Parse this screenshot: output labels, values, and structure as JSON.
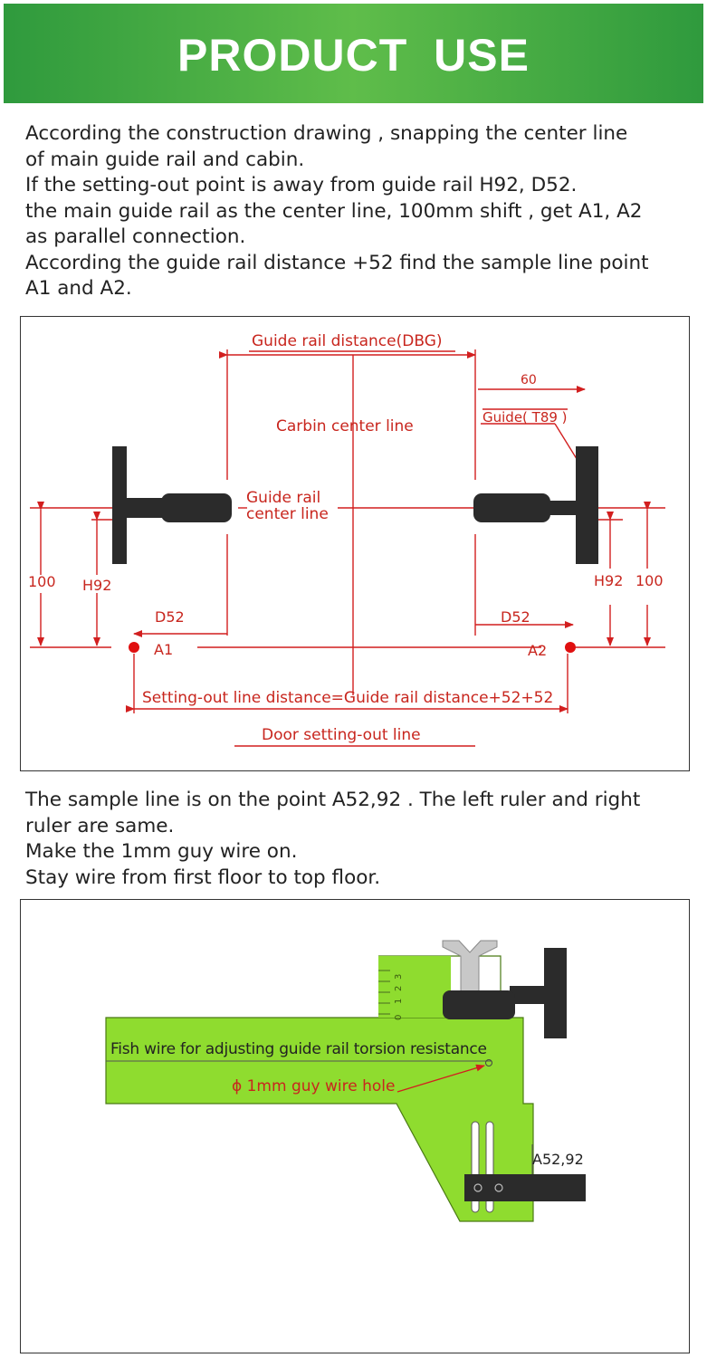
{
  "header": {
    "title": "PRODUCT  USE"
  },
  "colors": {
    "banner_green": "#3aa842",
    "line_red": "#d21f1f",
    "rail_dark": "#2b2b2b",
    "ruler_green": "#8fdc2f"
  },
  "intro_lines": [
    "According the construction drawing , snapping the center line",
    "of main guide rail and cabin.",
    "If the setting-out point is away from guide rail H92, D52.",
    "the main guide rail as the center line, 100mm shift , get  A1, A2",
    "as parallel connection.",
    "According the guide rail distance +52 find the sample line point",
    "A1 and A2."
  ],
  "diagram1": {
    "dbg": "Guide rail distance(DBG)",
    "sixty": "60",
    "guide": "Guide( T89 )",
    "cabin_center": "Carbin center line",
    "rail_center_1": "Guide rail",
    "rail_center_2": "center line",
    "left_100": "100",
    "left_h92": "H92",
    "right_h92": "H92",
    "right_100": "100",
    "d52_left": "D52",
    "d52_right": "D52",
    "a1": "A1",
    "a2": "A2",
    "setting_out": "Setting-out line distance=Guide rail distance+52+52",
    "door_line": "Door setting-out line"
  },
  "mid_lines": [
    "The sample line is on the point A52,92 .  The left ruler and  right",
    "ruler are same.",
    "Make the 1mm guy wire on.",
    "Stay wire from first floor to top floor."
  ],
  "diagram2": {
    "fish_wire": "Fish wire for adjusting guide rail torsion resistance",
    "guy_hole": "ϕ 1mm guy wire hole",
    "a5292": "A52,92",
    "scale": [
      "0",
      "1",
      "2",
      "3"
    ]
  }
}
